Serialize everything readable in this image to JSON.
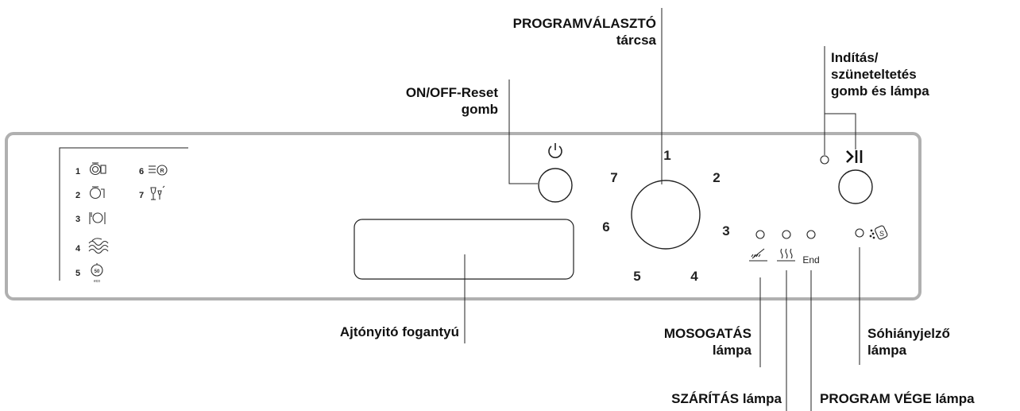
{
  "callouts": {
    "program_selector": [
      "PROGRAMVÁLASZTÓ",
      "tárcsa"
    ],
    "on_off_reset": [
      "ON/OFF-Reset",
      "gomb"
    ],
    "start_pause": [
      "Indítás/",
      "szüneteltetés",
      "gomb és lámpa"
    ],
    "door_handle": "Ajtónyitó fogantyú",
    "washing_lamp": [
      "MOSOGATÁS",
      "lámpa"
    ],
    "drying_lamp": "SZÁRÍTÁS lámpa",
    "program_end_lamp": "PROGRAM VÉGE lámpa",
    "salt_lamp": [
      "Sóhiányjelző",
      "lámpa"
    ]
  },
  "program_list": {
    "numbers": [
      "1",
      "2",
      "3",
      "4",
      "5",
      "6",
      "7"
    ],
    "eco_badge_number": "50",
    "eco_badge_label": "eco",
    "icons": [
      "intensive-icon",
      "normal-icon",
      "daily-icon",
      "rinse-icon",
      "eco-icon",
      "rapid-icon",
      "crystal-icon"
    ]
  },
  "dial": {
    "numbers": [
      "1",
      "2",
      "3",
      "4",
      "5",
      "6",
      "7"
    ]
  },
  "lamps": {
    "end_label": "End",
    "salt_symbol": "S"
  },
  "buttons": {
    "power_icon": "power-icon",
    "start_pause_icon": "play-pause-icon"
  }
}
